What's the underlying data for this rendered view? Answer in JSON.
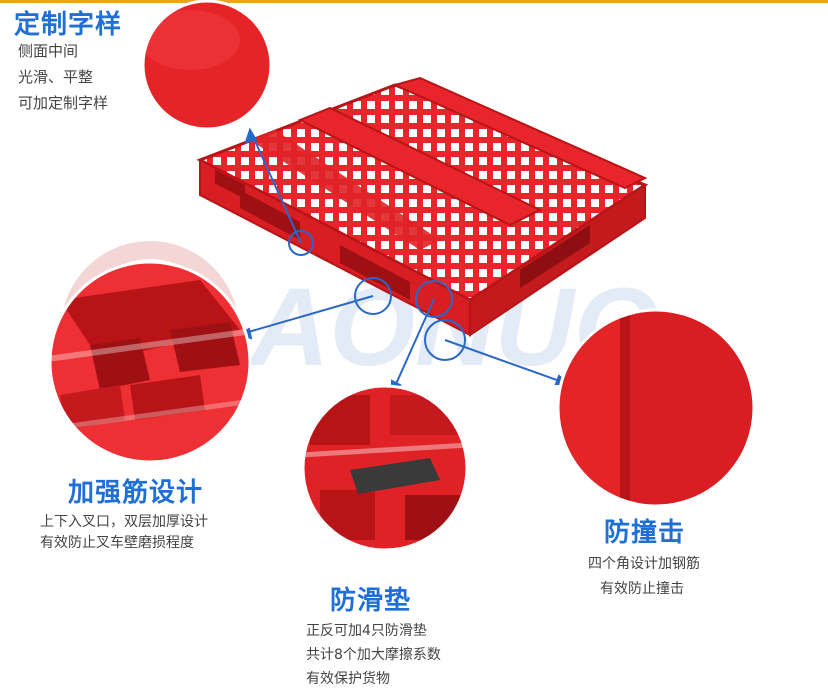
{
  "watermark_text": "AONUO",
  "features": [
    {
      "title": "定制字样",
      "lines": [
        "侧面中间",
        "光滑、平整",
        "可加定制字样"
      ]
    },
    {
      "title": "加强筋设计",
      "lines": [
        "上下入叉口，双层加厚设计",
        "有效防止叉车壁磨损程度"
      ]
    },
    {
      "title": "防滑垫",
      "lines": [
        "正反可加4只防滑垫",
        "共计8个加大摩擦系数",
        "有效保护货物"
      ]
    },
    {
      "title": "防撞击",
      "lines": [
        "四个角设计加钢筋",
        "有效防止撞击"
      ]
    }
  ],
  "colors": {
    "title": "#1f6fd6",
    "pallet": "#e8252a",
    "pallet_dark": "#b81418",
    "arrow": "#2a68c8",
    "accent_bar": "#f0a020"
  }
}
